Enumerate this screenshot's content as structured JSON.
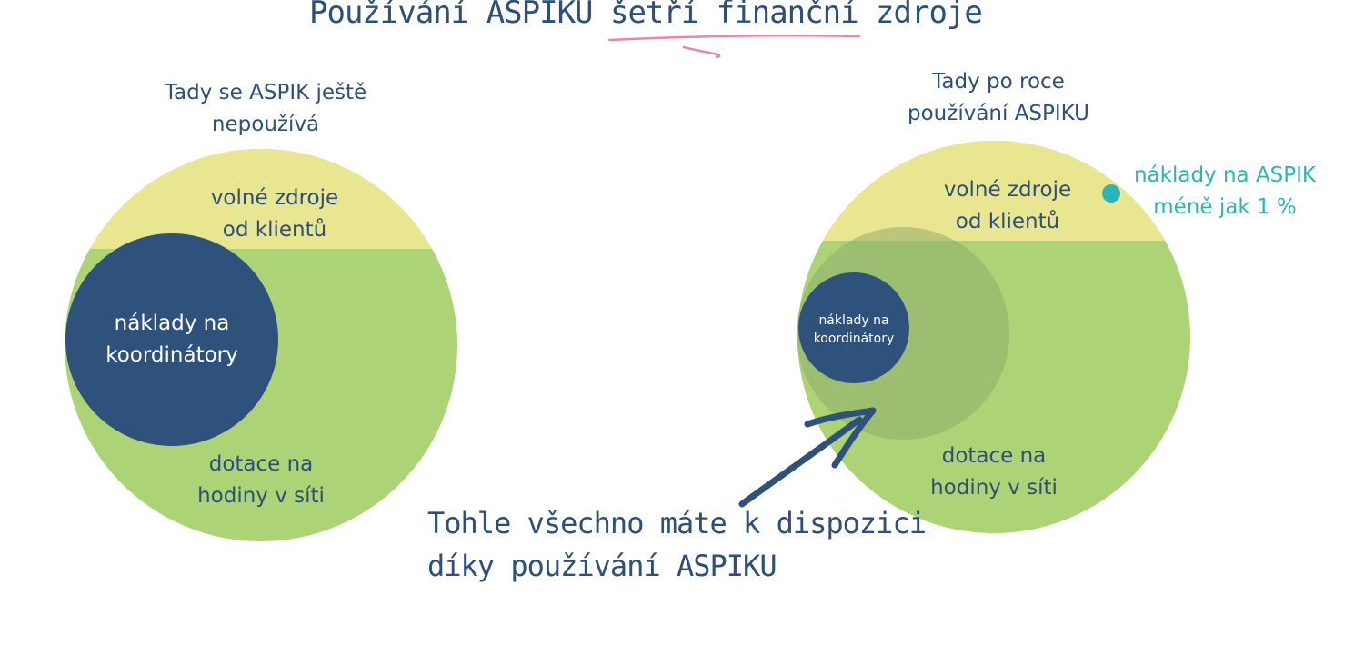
{
  "title": "Používání ASPIKU šetří finanční zdroje",
  "left": {
    "caption_line1": "Tady se ASPIK ještě",
    "caption_line2": "nepoužívá",
    "top_segment_line1": "volné zdroje",
    "top_segment_line2": "od klientů",
    "inner_line1": "náklady na",
    "inner_line2": "koordinátory",
    "bottom_line1": "dotace na",
    "bottom_line2": "hodiny v síti"
  },
  "right": {
    "caption_line1": "Tady po roce",
    "caption_line2": "používání ASPIKU",
    "top_segment_line1": "volné zdroje",
    "top_segment_line2": "od klientů",
    "inner_line1": "náklady na",
    "inner_line2": "koordinátory",
    "bottom_line1": "dotace na",
    "bottom_line2": "hodiny v síti",
    "aspik_cost_line1": "náklady na ASPIK",
    "aspik_cost_line2": "méně jak 1 %"
  },
  "note_line1": "Tohle všechno máte k dispozici",
  "note_line2": "díky používání ASPIKU",
  "colors": {
    "yellow": "#e8e690",
    "green": "#acd376",
    "navy": "#2e527c",
    "teal": "#2cb5b6",
    "pink": "#ee85a6",
    "text": "#2e4f7a"
  }
}
